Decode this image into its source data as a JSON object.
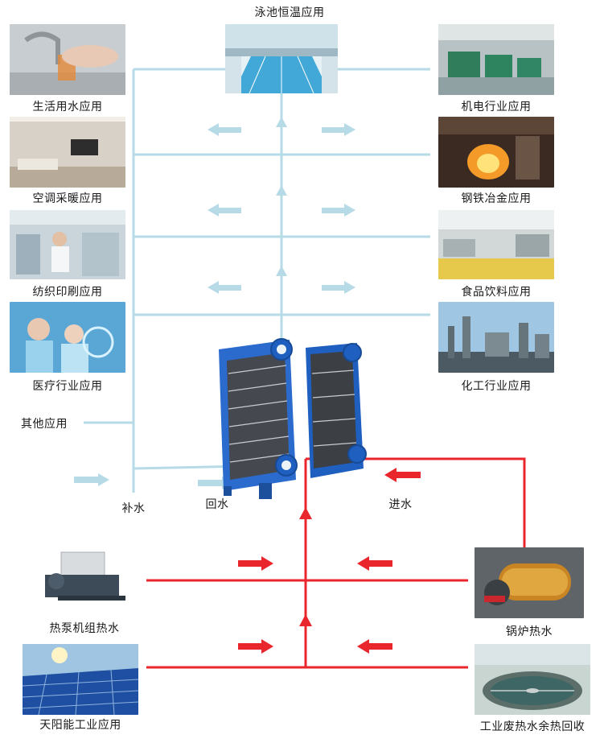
{
  "colors": {
    "cold_line": "#b6dbe7",
    "hot_line": "#e8262b",
    "exchanger_blue": "#1f5fbf",
    "text": "#1a1a1a"
  },
  "center": {
    "top_label": "泳池恒温应用",
    "return_water": "回水",
    "inlet_water": "进水",
    "makeup_water": "补水"
  },
  "left_apps": [
    {
      "label": "生活用水应用",
      "icon": "faucet-photo"
    },
    {
      "label": "空调采暖应用",
      "icon": "living-room-photo"
    },
    {
      "label": "纺织印刷应用",
      "icon": "textile-factory-photo"
    },
    {
      "label": "医疗行业应用",
      "icon": "medical-staff-photo"
    }
  ],
  "other_app": "其他应用",
  "right_apps": [
    {
      "label": "机电行业应用",
      "icon": "generator-hall-photo"
    },
    {
      "label": "钢铁冶金应用",
      "icon": "steel-mill-photo"
    },
    {
      "label": "食品饮料应用",
      "icon": "bottling-line-photo"
    },
    {
      "label": "化工行业应用",
      "icon": "chemical-plant-photo"
    }
  ],
  "heat_sources": {
    "heat_pump": "热泵机组热水",
    "boiler": "锅炉热水",
    "solar": "天阳能工业应用",
    "waste_heat": "工业废热水余热回收"
  }
}
